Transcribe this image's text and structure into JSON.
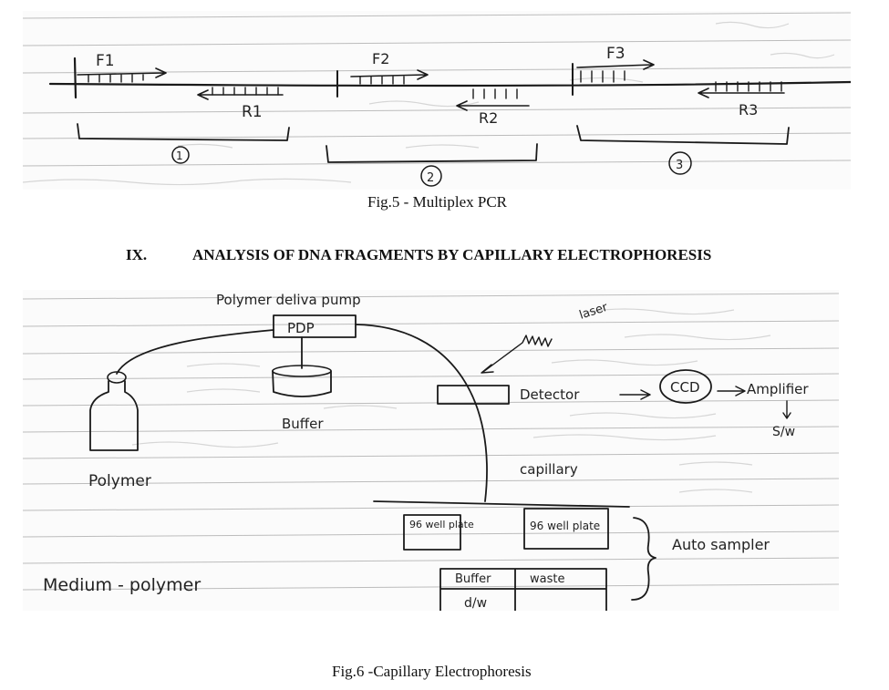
{
  "fig5": {
    "caption": "Fig.5 - Multiplex PCR",
    "primers": {
      "f1": "F1",
      "r1": "R1",
      "f2": "F2",
      "r2": "R2",
      "f3": "F3",
      "r3": "R3"
    },
    "products": {
      "p1": "1",
      "p2": "2",
      "p3": "3"
    }
  },
  "section": {
    "number": "IX.",
    "title": "ANALYSIS OF DNA FRAGMENTS BY CAPILLARY ELECTROPHORESIS"
  },
  "fig6": {
    "caption": "Fig.6 -Capillary Electrophoresis",
    "labels": {
      "pump_title": "Polymer deliva pump",
      "pdp": "PDP",
      "laser": "laser",
      "detector": "Detector",
      "ccd": "CCD",
      "amplifier": "Amplifier",
      "software": "S/w",
      "buffer": "Buffer",
      "polymer": "Polymer",
      "capillary": "capillary",
      "plate_left": "96 well plate",
      "plate_right": "96 well plate",
      "auto_sampler": "Auto sampler",
      "medium": "Medium - polymer",
      "table_buffer": "Buffer",
      "table_waste": "waste",
      "table_dw": "d/w"
    }
  }
}
